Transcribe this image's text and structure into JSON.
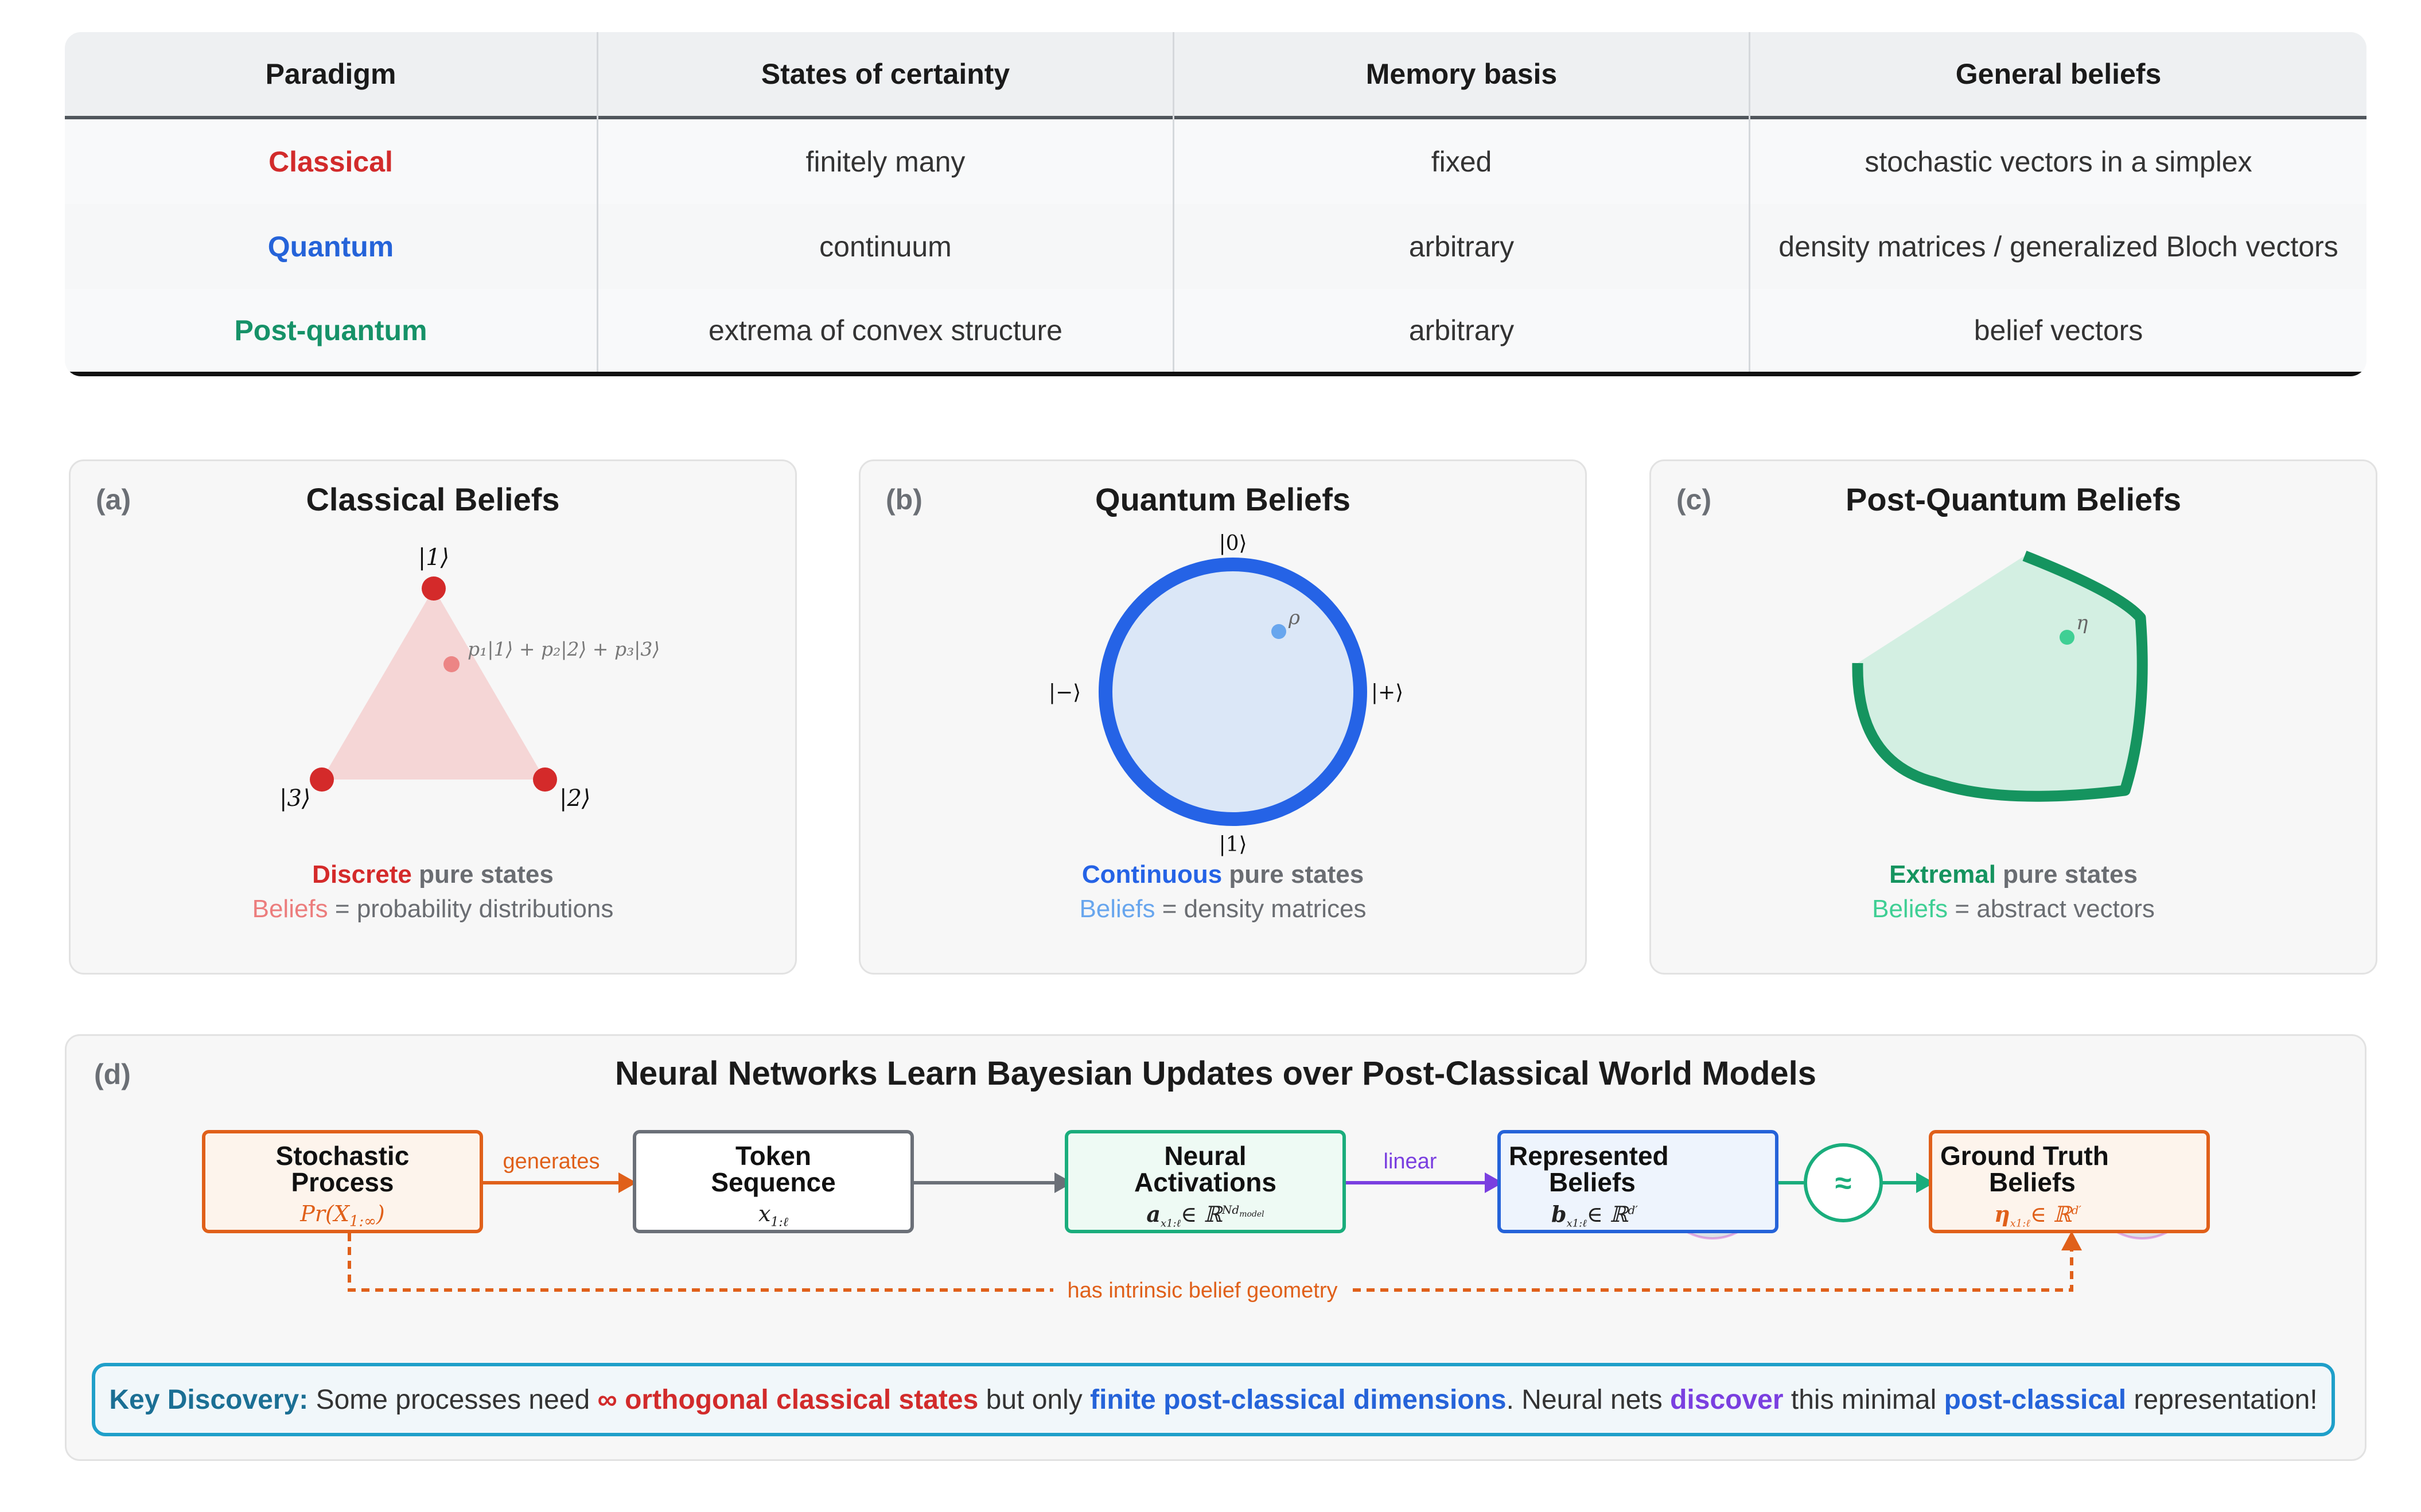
{
  "table": {
    "headers": [
      "Paradigm",
      "States of certainty",
      "Memory basis",
      "General beliefs"
    ],
    "rows": [
      {
        "paradigm": "Classical",
        "states": "finitely many",
        "memory": "fixed",
        "beliefs": "stochastic vectors in a simplex",
        "color": "#d22b2b"
      },
      {
        "paradigm": "Quantum",
        "states": "continuum",
        "memory": "arbitrary",
        "beliefs": "density matrices / generalized Bloch vectors",
        "color": "#2563d9"
      },
      {
        "paradigm": "Post-quantum",
        "states": "extrema of convex structure",
        "memory": "arbitrary",
        "beliefs": "belief vectors",
        "color": "#169268"
      }
    ]
  },
  "panels": {
    "a": {
      "letter": "(a)",
      "title": "Classical Beliefs",
      "vertex_top": "|1⟩",
      "vertex_right": "|2⟩",
      "vertex_left": "|3⟩",
      "mix_label": "p₁|1⟩ + p₂|2⟩ + p₃|3⟩",
      "caption_strong": "Discrete",
      "caption_rest": " pure states",
      "caption2_strong": "Beliefs",
      "caption2_rest": " = probability distributions",
      "accent": "#d42a2a",
      "light": "#ec8585"
    },
    "b": {
      "letter": "(b)",
      "title": "Quantum Beliefs",
      "label_top": "|0⟩",
      "label_bottom": "|1⟩",
      "label_left": "|−⟩",
      "label_right": "|+⟩",
      "rho": "ρ",
      "caption_strong": "Continuous",
      "caption_rest": " pure states",
      "caption2_strong": "Beliefs",
      "caption2_rest": " = density matrices",
      "accent": "#2563e6",
      "light": "#68a6ee"
    },
    "c": {
      "letter": "(c)",
      "title": "Post-Quantum Beliefs",
      "eta": "η",
      "caption_strong": "Extremal",
      "caption_rest": " pure states",
      "caption2_strong": "Beliefs",
      "caption2_rest": " = abstract vectors",
      "accent": "#15945f",
      "light": "#3fcf94"
    }
  },
  "section_d": {
    "letter": "(d)",
    "title": "Neural Networks Learn Bayesian Updates over Post-Classical World Models",
    "boxes": [
      {
        "title": "Stochastic\nProcess",
        "sub": "Pr(X1:∞)"
      },
      {
        "title": "Token\nSequence",
        "sub": "x1:ℓ"
      },
      {
        "title": "Neural\nActivations",
        "sub": "ax1:ℓ∈ ℝNdmodel"
      },
      {
        "title": "Represented\nBeliefs",
        "sub": "bx1:ℓ∈ ℝd′"
      },
      {
        "title": "Ground Truth\nBeliefs",
        "sub": "ηx1:ℓ∈ ℝd′"
      }
    ],
    "edge_generates": "generates",
    "edge_linear": "linear",
    "approx": "≈",
    "edge_geometry": "has intrinsic belief geometry",
    "colors": {
      "orange": "#e0601a",
      "gray": "#6b7078",
      "green": "#1aad7c",
      "blue": "#2563d9",
      "purple": "#7a3fe0"
    }
  },
  "discovery": {
    "label": "Key Discovery:",
    "t1": " Some processes need ",
    "inf": "∞",
    "t2": " orthogonal classical states",
    "t3": " but only ",
    "t4": "finite post-classical dimensions",
    "t5": ". Neural nets ",
    "t6": "discover",
    "t7": " this minimal ",
    "t8": "post-classical",
    "t9": " representation!"
  }
}
